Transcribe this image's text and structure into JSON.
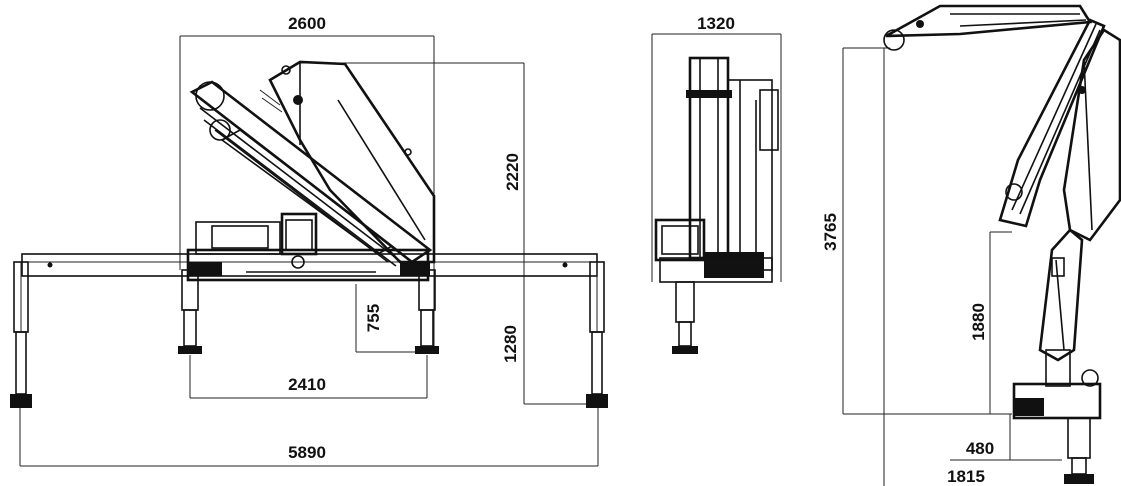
{
  "dimensions": {
    "front_view": {
      "top_width": "2600",
      "total_height": "2220",
      "inner_height": "755",
      "base_height": "1280",
      "inner_leg_span": "2410",
      "outer_leg_span": "5890"
    },
    "side_view": {
      "width": "1320"
    },
    "extended_view": {
      "max_height": "3765",
      "lower_height": "1880",
      "offset_short": "480",
      "offset_long": "1815"
    }
  },
  "colors": {
    "line": "#111111",
    "background": "#ffffff"
  }
}
